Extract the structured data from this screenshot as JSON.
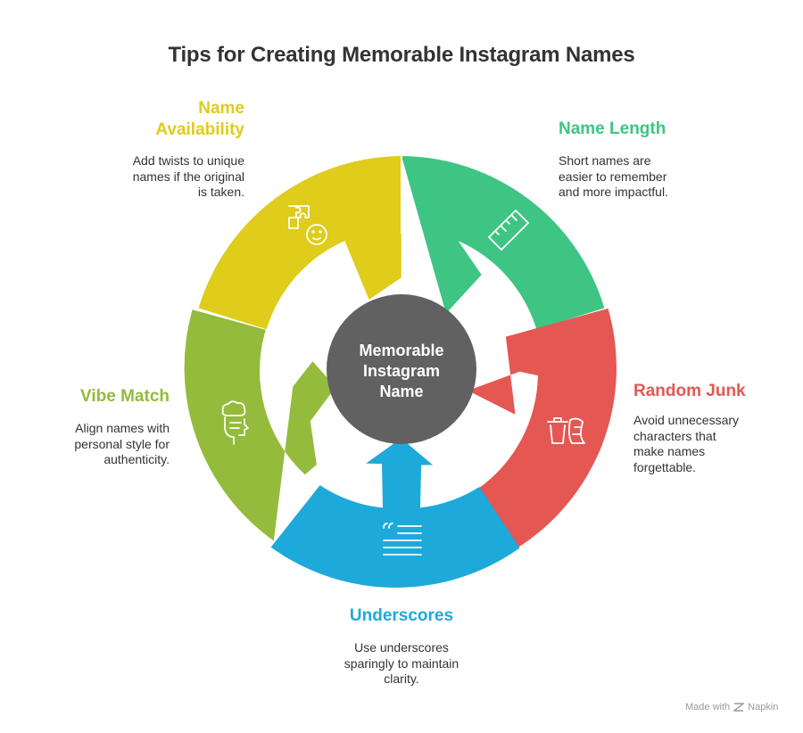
{
  "title": "Tips for Creating Memorable Instagram Names",
  "center": {
    "lines": [
      "Memorable",
      "Instagram",
      "Name"
    ],
    "color": "#616161"
  },
  "segments": [
    {
      "id": "name-availability",
      "title_lines": [
        "Name",
        "Availability"
      ],
      "desc_lines": [
        "Add twists to unique",
        "names if the original",
        "is taken."
      ],
      "color": "#dfcc1b",
      "icon": "puzzle-face-icon"
    },
    {
      "id": "name-length",
      "title_lines": [
        "Name Length"
      ],
      "desc_lines": [
        "Short names are",
        "easier to remember",
        "and more impactful."
      ],
      "color": "#3ec583",
      "icon": "ruler-icon"
    },
    {
      "id": "random-junk",
      "title_lines": [
        "Random Junk"
      ],
      "desc_lines": [
        "Avoid unnecessary",
        "characters that",
        "make names",
        "forgettable."
      ],
      "color": "#e45753",
      "icon": "trash-icon"
    },
    {
      "id": "underscores",
      "title_lines": [
        "Underscores"
      ],
      "desc_lines": [
        "Use underscores",
        "sparingly to maintain",
        "clarity."
      ],
      "color": "#1ea9db",
      "icon": "quote-text-icon"
    },
    {
      "id": "vibe-match",
      "title_lines": [
        "Vibe Match"
      ],
      "desc_lines": [
        "Align names with",
        "personal style for",
        "authenticity."
      ],
      "color": "#94bb3b",
      "icon": "thinking-head-icon"
    }
  ],
  "footer": {
    "made_with": "Made with",
    "brand": "Napkin"
  }
}
